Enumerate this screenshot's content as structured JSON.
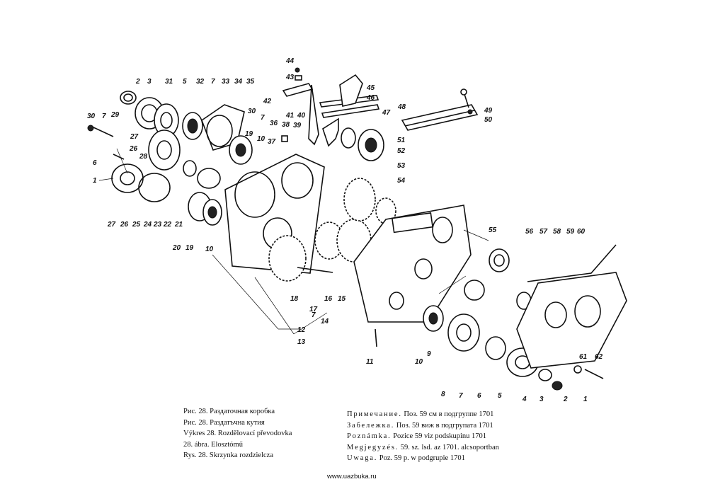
{
  "callouts": [
    {
      "id": "c44",
      "text": "44"
    },
    {
      "id": "c43",
      "text": "43"
    },
    {
      "id": "c45",
      "text": "45"
    },
    {
      "id": "c46",
      "text": "46"
    },
    {
      "id": "c42",
      "text": "42"
    },
    {
      "id": "c41",
      "text": "41"
    },
    {
      "id": "c40",
      "text": "40"
    },
    {
      "id": "c39",
      "text": "39"
    },
    {
      "id": "c38",
      "text": "38"
    },
    {
      "id": "c37",
      "text": "37"
    },
    {
      "id": "c36",
      "text": "36"
    },
    {
      "id": "c2",
      "text": "2"
    },
    {
      "id": "c3",
      "text": "3"
    },
    {
      "id": "c31",
      "text": "31"
    },
    {
      "id": "c5",
      "text": "5"
    },
    {
      "id": "c32",
      "text": "32"
    },
    {
      "id": "c7a",
      "text": "7"
    },
    {
      "id": "c33",
      "text": "33"
    },
    {
      "id": "c34",
      "text": "34"
    },
    {
      "id": "c35",
      "text": "35"
    },
    {
      "id": "c30a",
      "text": "30"
    },
    {
      "id": "c7b",
      "text": "7"
    },
    {
      "id": "c29",
      "text": "29"
    },
    {
      "id": "c30b",
      "text": "30"
    },
    {
      "id": "c7c",
      "text": "7"
    },
    {
      "id": "c19a",
      "text": "19"
    },
    {
      "id": "c10a",
      "text": "10"
    },
    {
      "id": "c27a",
      "text": "27"
    },
    {
      "id": "c26a",
      "text": "26"
    },
    {
      "id": "c28",
      "text": "28"
    },
    {
      "id": "c6a",
      "text": "6"
    },
    {
      "id": "c1a",
      "text": "1"
    },
    {
      "id": "c27b",
      "text": "27"
    },
    {
      "id": "c26b",
      "text": "26"
    },
    {
      "id": "c25",
      "text": "25"
    },
    {
      "id": "c24",
      "text": "24"
    },
    {
      "id": "c23",
      "text": "23"
    },
    {
      "id": "c22",
      "text": "22"
    },
    {
      "id": "c21",
      "text": "21"
    },
    {
      "id": "c20",
      "text": "20"
    },
    {
      "id": "c19b",
      "text": "19"
    },
    {
      "id": "c10b",
      "text": "10"
    },
    {
      "id": "c47",
      "text": "47"
    },
    {
      "id": "c48",
      "text": "48"
    },
    {
      "id": "c49",
      "text": "49"
    },
    {
      "id": "c50",
      "text": "50"
    },
    {
      "id": "c51",
      "text": "51"
    },
    {
      "id": "c52",
      "text": "52"
    },
    {
      "id": "c53",
      "text": "53"
    },
    {
      "id": "c54",
      "text": "54"
    },
    {
      "id": "c55",
      "text": "55"
    },
    {
      "id": "c56",
      "text": "56"
    },
    {
      "id": "c57",
      "text": "57"
    },
    {
      "id": "c58",
      "text": "58"
    },
    {
      "id": "c59",
      "text": "59"
    },
    {
      "id": "c60",
      "text": "60"
    },
    {
      "id": "c18",
      "text": "18"
    },
    {
      "id": "c17",
      "text": "17"
    },
    {
      "id": "c16",
      "text": "16"
    },
    {
      "id": "c15",
      "text": "15"
    },
    {
      "id": "c7d",
      "text": "7"
    },
    {
      "id": "c14",
      "text": "14"
    },
    {
      "id": "c12",
      "text": "12"
    },
    {
      "id": "c13",
      "text": "13"
    },
    {
      "id": "c11",
      "text": "11"
    },
    {
      "id": "c10c",
      "text": "10"
    },
    {
      "id": "c9",
      "text": "9"
    },
    {
      "id": "c8",
      "text": "8"
    },
    {
      "id": "c7e",
      "text": "7"
    },
    {
      "id": "c6b",
      "text": "6"
    },
    {
      "id": "c5b",
      "text": "5"
    },
    {
      "id": "c4",
      "text": "4"
    },
    {
      "id": "c3b",
      "text": "3"
    },
    {
      "id": "c2b",
      "text": "2"
    },
    {
      "id": "c1b",
      "text": "1"
    },
    {
      "id": "c61",
      "text": "61"
    },
    {
      "id": "c62",
      "text": "62"
    }
  ],
  "caption_left": [
    "Рис. 28. Раздаточная коробка",
    "Рис. 28. Раздатъчна кутия",
    "Výkres 28. Rozdělovací převodovka",
    "28. ábra. Elosztómű",
    "Rys. 28. Skrzynka rozdzielcza"
  ],
  "caption_right": [
    {
      "lead": "Примечание.",
      "rest": " Поз. 59 см в подгруппе 1701"
    },
    {
      "lead": "Забележка.",
      "rest": " Поз. 59 виж в подгрупата 1701"
    },
    {
      "lead": "Poznámka.",
      "rest": " Pozice 59 viz podskupinu 1701"
    },
    {
      "lead": "Megjegyzés.",
      "rest": " 59. sz. lsd. az 1701. alcsoportban"
    },
    {
      "lead": "Uwaga.",
      "rest": " Poz. 59 p. w podgrupie 1701"
    }
  ],
  "website": "www.uazbuka.ru"
}
